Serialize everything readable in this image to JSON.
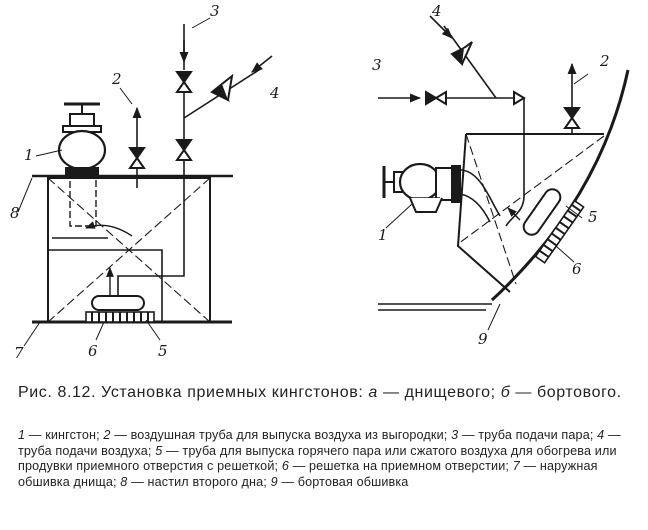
{
  "labels": {
    "a1": "1",
    "a2": "2",
    "a3": "3",
    "a4": "4",
    "a5": "5",
    "a6": "6",
    "a7": "7",
    "a8": "8",
    "b1": "1",
    "b2": "2",
    "b3": "3",
    "b4": "4",
    "b5": "5",
    "b6": "6",
    "b9": "9"
  },
  "caption": {
    "prefix": "Рис. 8.12. Установка приемных кингстонов: ",
    "part_a_letter": "а",
    "part_a_text": " — днищевого; ",
    "part_b_letter": "б",
    "part_b_text": " — бортового."
  },
  "legend": [
    {
      "num": "1",
      "text": " — кингстон; "
    },
    {
      "num": "2",
      "text": " — воздушная труба для выпуска воздуха из выгородки; "
    },
    {
      "num": "3",
      "text": " — труба подачи пара; "
    },
    {
      "num": "4",
      "text": " — труба подачи воздуха; "
    },
    {
      "num": "5",
      "text": " — труба для выпуска горячего пара или сжатого воздуха для обогрева или продувки приемного отверстия с решеткой; "
    },
    {
      "num": "6",
      "text": " — решетка на приемном отверстии; "
    },
    {
      "num": "7",
      "text": " — наружная обшивка днища; "
    },
    {
      "num": "8",
      "text": " — настил второго дна; "
    },
    {
      "num": "9",
      "text": " — бортовая обшивка"
    }
  ]
}
